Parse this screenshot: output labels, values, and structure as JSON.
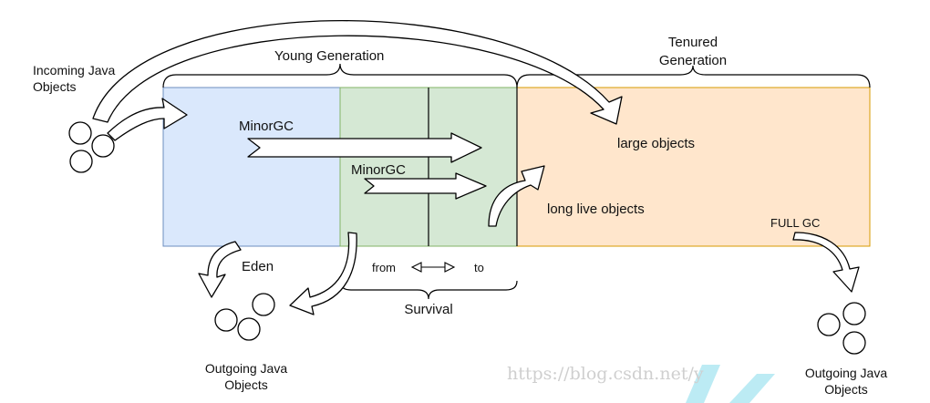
{
  "labels": {
    "incoming_line1": "Incoming Java",
    "incoming_line2": "Objects",
    "young_generation": "Young Generation",
    "tenured_line1": "Tenured",
    "tenured_line2": "Generation",
    "minor_gc_1": "MinorGC",
    "minor_gc_2": "MinorGC",
    "large_objects": "large objects",
    "long_live_objects": "long live objects",
    "full_gc": "FULL GC",
    "eden": "Eden",
    "from": "from",
    "to": "to",
    "survival": "Survival",
    "outgoing_left_line1": "Outgoing Java",
    "outgoing_left_line2": "Objects",
    "outgoing_right_line1": "Outgoing Java",
    "outgoing_right_line2": "Objects",
    "watermark": "https://blog.csdn.net/y"
  },
  "colors": {
    "eden_fill": "#dae8fc",
    "eden_stroke": "#6c8ebf",
    "survivor_fill": "#d5e8d4",
    "survivor_stroke": "#82b366",
    "tenured_fill": "#ffe6cc",
    "tenured_stroke": "#d79b00",
    "line": "#000000",
    "watermark": "#cfcfcf",
    "watermark_mark": "#3ec6e0"
  }
}
